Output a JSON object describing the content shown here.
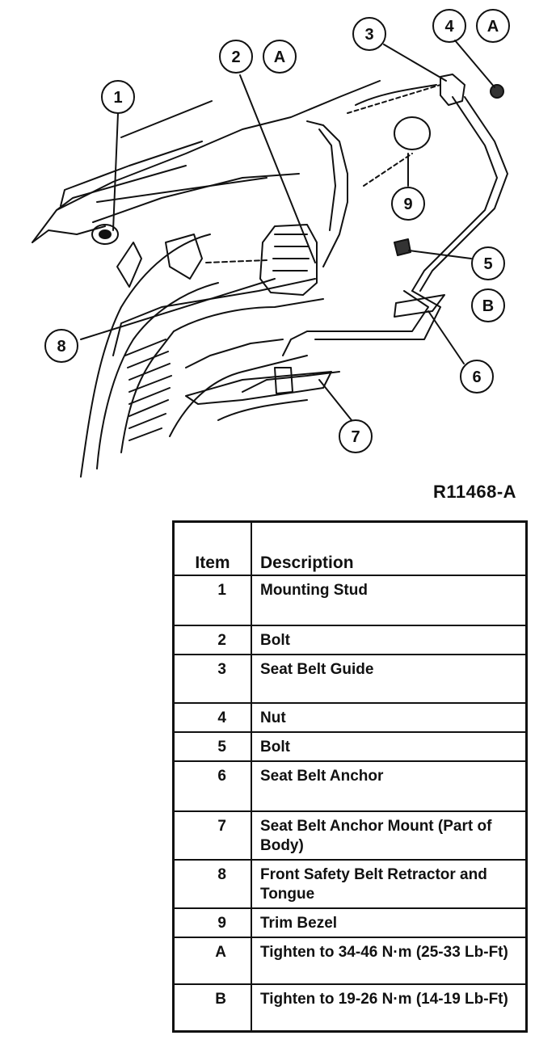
{
  "figure": {
    "id": "R11468-A",
    "callouts": {
      "c1": "1",
      "c2": "2",
      "cA1": "A",
      "c3": "3",
      "c4": "4",
      "cA2": "A",
      "c5": "5",
      "cB": "B",
      "c6": "6",
      "c7": "7",
      "c8": "8",
      "c9": "9"
    }
  },
  "legend": {
    "header_item": "Item",
    "header_description": "Description",
    "rows": [
      {
        "item": "1",
        "description": "Mounting Stud"
      },
      {
        "item": "2",
        "description": "Bolt"
      },
      {
        "item": "3",
        "description": "Seat Belt Guide"
      },
      {
        "item": "4",
        "description": "Nut"
      },
      {
        "item": "5",
        "description": "Bolt"
      },
      {
        "item": "6",
        "description": "Seat Belt Anchor"
      },
      {
        "item": "7",
        "description": "Seat Belt Anchor Mount (Part of Body)"
      },
      {
        "item": "8",
        "description": "Front Safety Belt Retractor and Tongue"
      },
      {
        "item": "9",
        "description": "Trim Bezel"
      },
      {
        "item": "A",
        "description": "Tighten to 34-46 N·m (25-33 Lb-Ft)"
      },
      {
        "item": "B",
        "description": "Tighten to 19-26 N·m (14-19 Lb-Ft)"
      }
    ]
  }
}
